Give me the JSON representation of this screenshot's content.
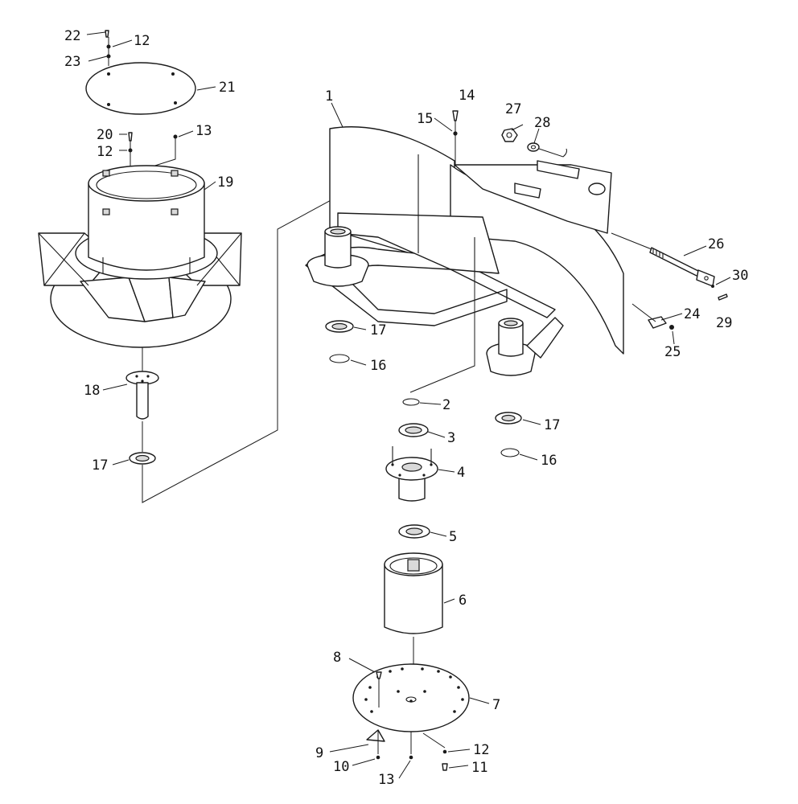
{
  "diagram": {
    "colors": {
      "ink": "#1a1a1a",
      "paper": "#ffffff",
      "shade": "#d9d9d9"
    },
    "callouts": {
      "c1": "1",
      "c2": "2",
      "c3": "3",
      "c4": "4",
      "c5": "5",
      "c6": "6",
      "c7": "7",
      "c8": "8",
      "c9": "9",
      "c10": "10",
      "c11": "11",
      "c12_top": "12",
      "c12_mid": "12",
      "c12_bottom": "12",
      "c13_top": "13",
      "c13_bottom": "13",
      "c14": "14",
      "c15": "15",
      "c16_left": "16",
      "c16_right": "16",
      "c17_left_upper": "17",
      "c17_left_lower": "17",
      "c17_right": "17",
      "c18": "18",
      "c19": "19",
      "c20": "20",
      "c21": "21",
      "c22": "22",
      "c23": "23",
      "c24": "24",
      "c25": "25",
      "c26": "26",
      "c27": "27",
      "c28": "28",
      "c29": "29",
      "c30": "30"
    }
  }
}
